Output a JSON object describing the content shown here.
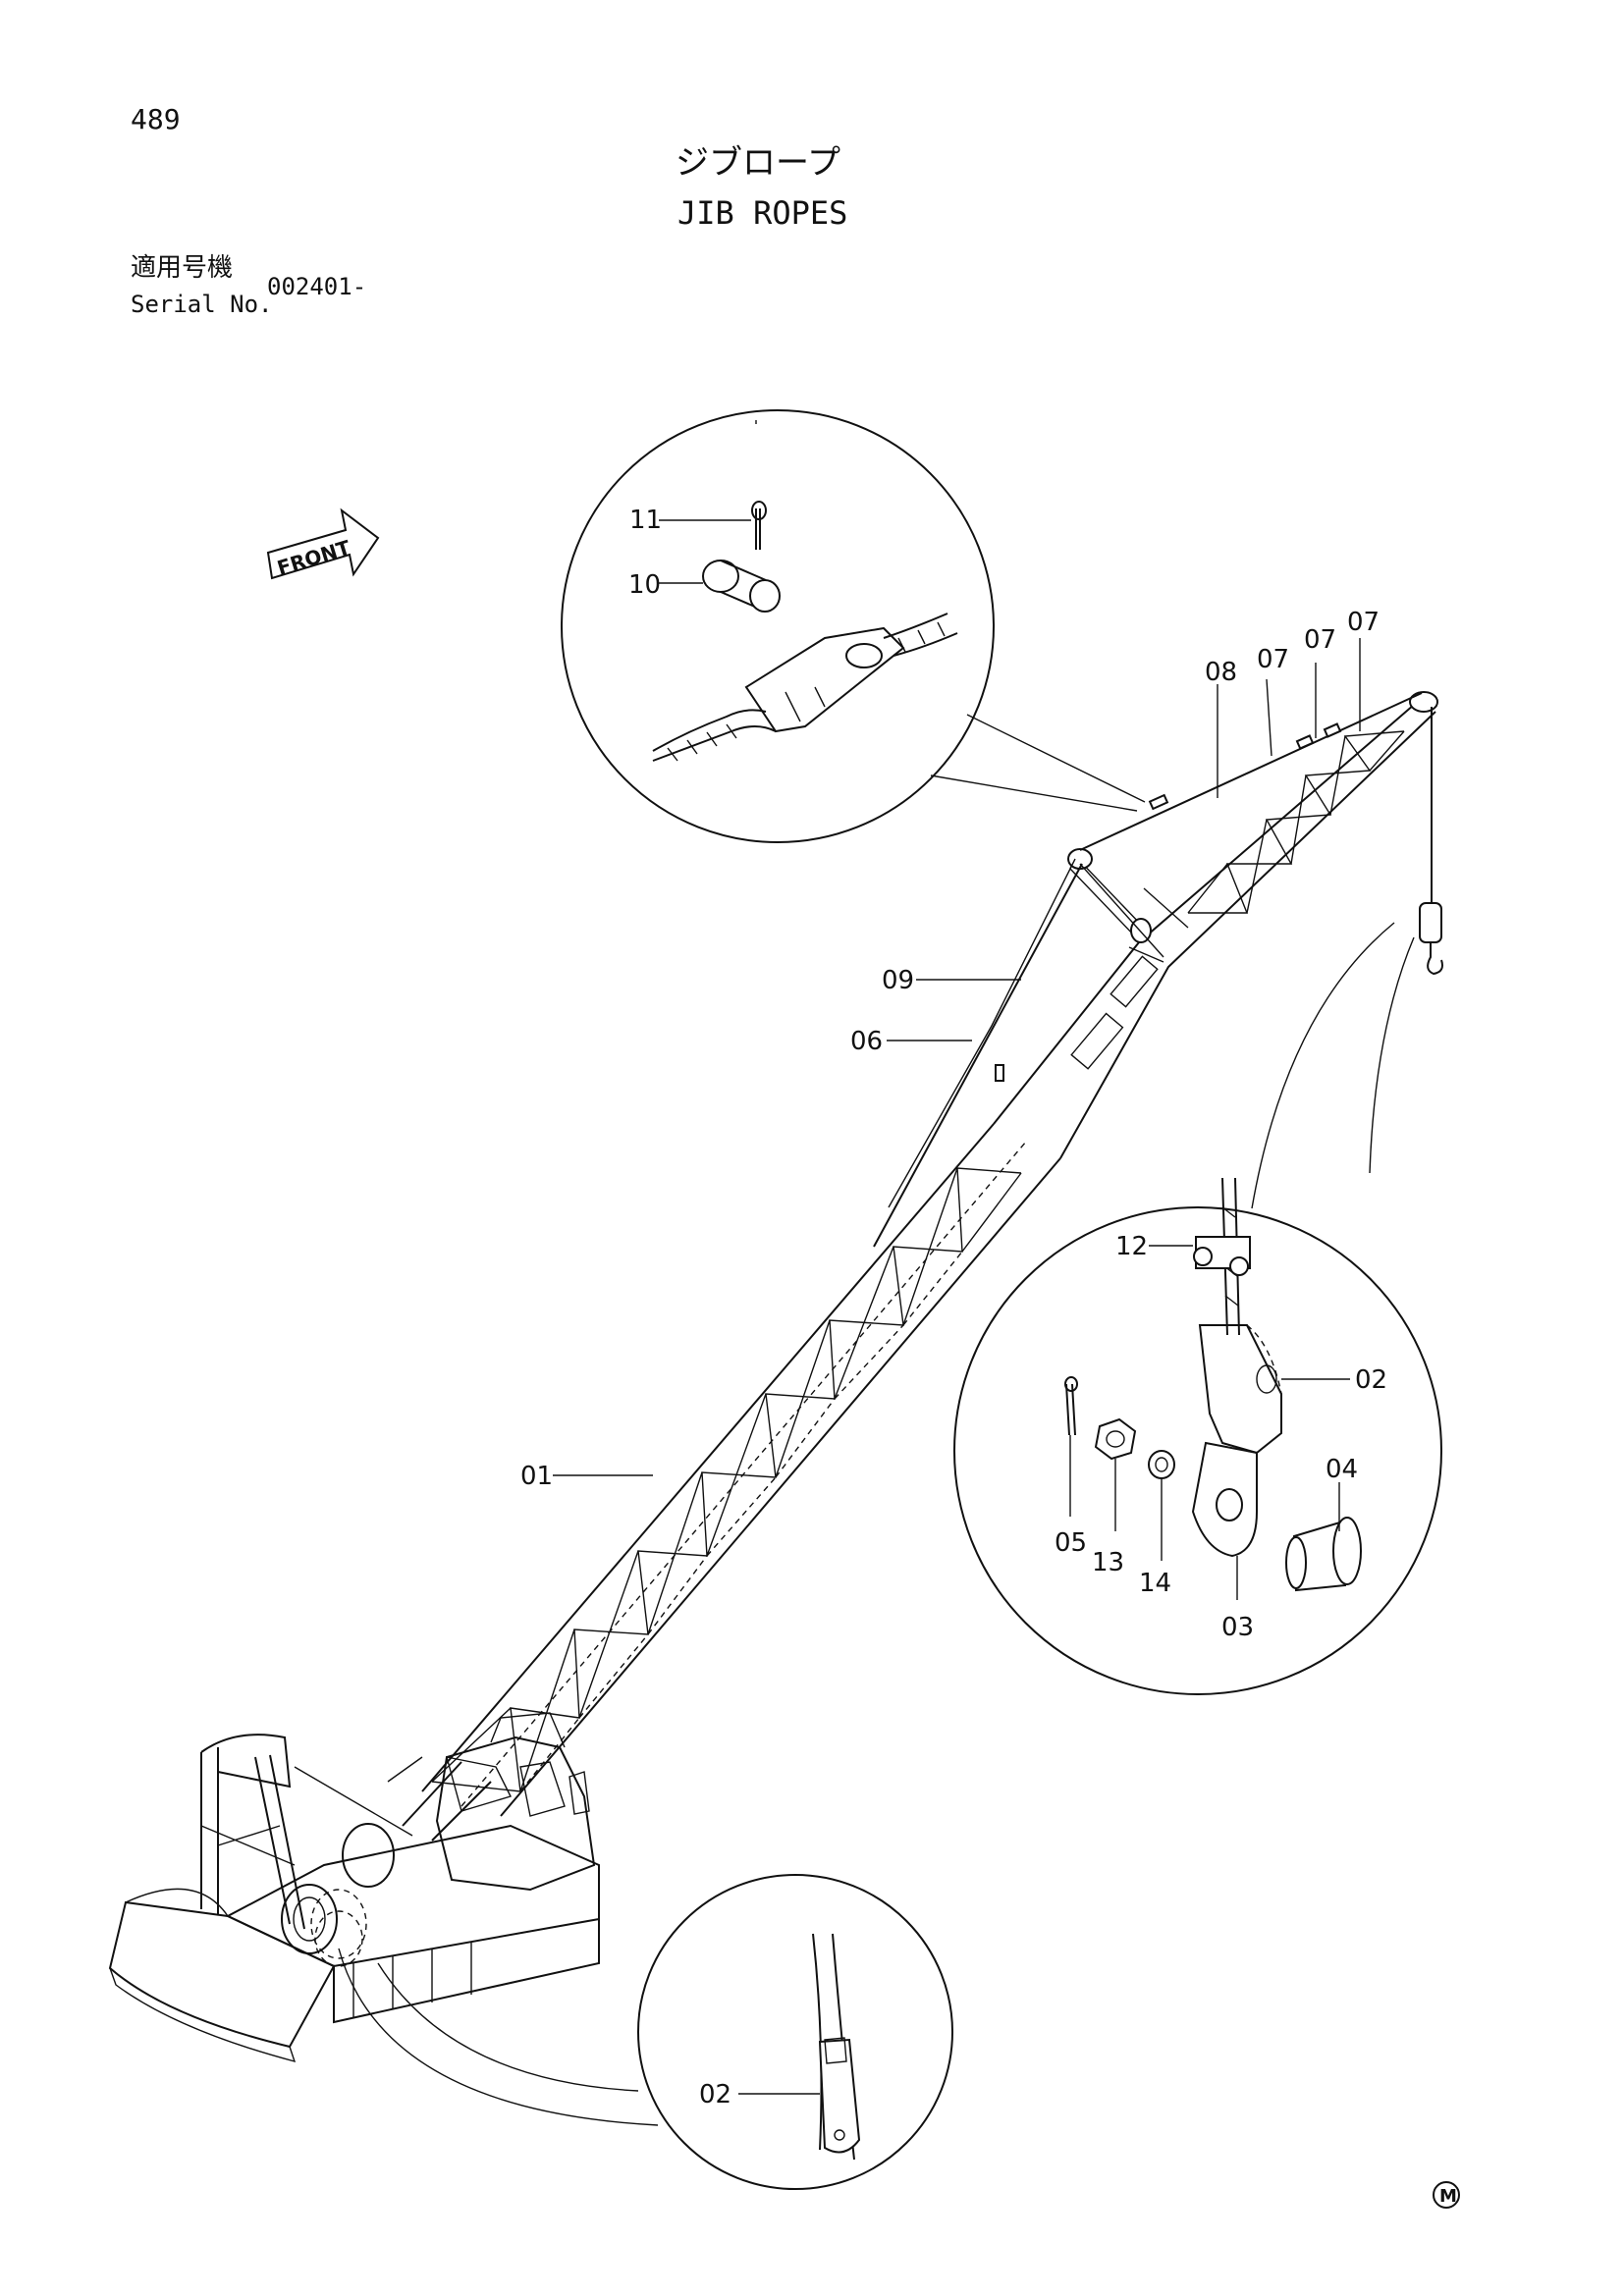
{
  "page_number": "489",
  "title_jp": "ジブロープ",
  "title_en": "JIB ROPES",
  "serial_label_jp": "適用号機",
  "serial_label_en": "Serial No.",
  "serial_value": "002401-",
  "front_label": "FRONT",
  "trademark_mark": "M",
  "callouts": {
    "c11": "11",
    "c10": "10",
    "c08": "08",
    "c07a": "07",
    "c07b": "07",
    "c07c": "07",
    "c09": "09",
    "c06": "06",
    "c01": "01",
    "c12": "12",
    "c02a": "02",
    "c04": "04",
    "c05": "05",
    "c13": "13",
    "c14": "14",
    "c03": "03",
    "c02b": "02"
  }
}
